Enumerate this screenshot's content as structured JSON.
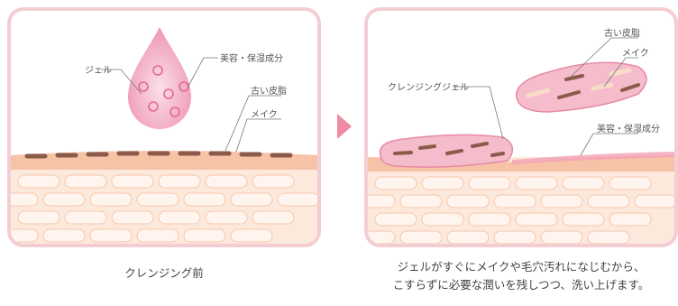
{
  "before": {
    "labels": {
      "gel": "ジェル",
      "beauty": "美容・保湿成分",
      "old_skin": "古い皮脂",
      "makeup": "メイク"
    },
    "caption": "クレンジング前"
  },
  "after": {
    "labels": {
      "old_skin": "古い皮脂",
      "makeup": "メイク",
      "cleansing_gel": "クレンジングジェル",
      "beauty": "美容・保湿成分"
    },
    "caption_line1": "ジェルがすぐにメイクや毛穴汚れになじむから、",
    "caption_line2": "こすらずに必要な潤いを残しつつ、洗い上げます。"
  },
  "colors": {
    "panel_border": "#f4cdd3",
    "arrow": "#ef8aa1",
    "skin_light": "#fde9dc",
    "skin_mid": "#f9cdb0",
    "cell": "#fff5ee",
    "makeup": "#8a5a4a",
    "gel": "#f0a5bd"
  }
}
